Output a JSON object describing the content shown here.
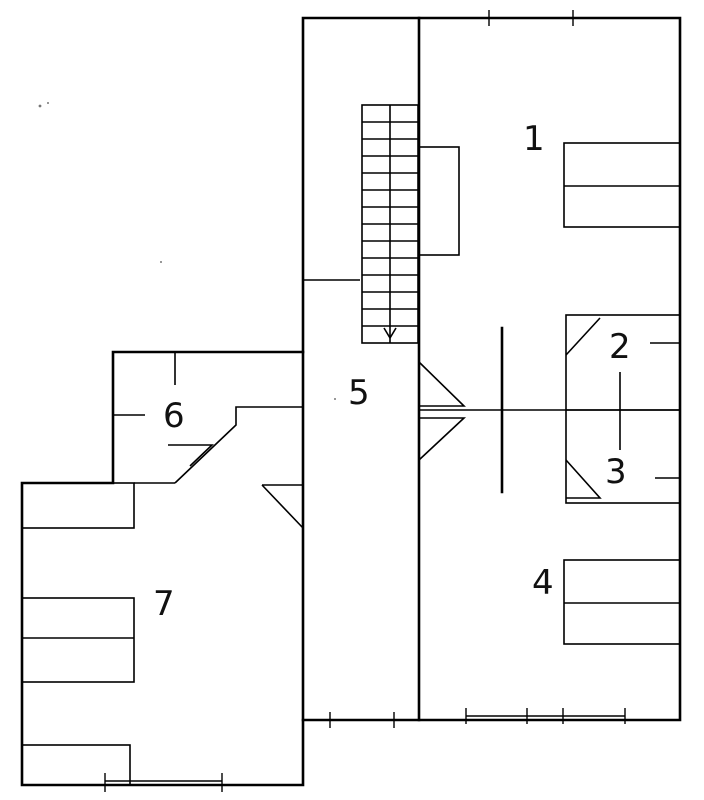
{
  "rooms": [
    {
      "id": "room-1",
      "label": "1"
    },
    {
      "id": "room-2",
      "label": "2"
    },
    {
      "id": "room-3",
      "label": "3"
    },
    {
      "id": "room-4",
      "label": "4"
    },
    {
      "id": "room-5",
      "label": "5"
    },
    {
      "id": "room-6",
      "label": "6"
    },
    {
      "id": "room-7",
      "label": "7"
    }
  ],
  "colors": {
    "ink": "#000000",
    "paper": "#ffffff"
  }
}
